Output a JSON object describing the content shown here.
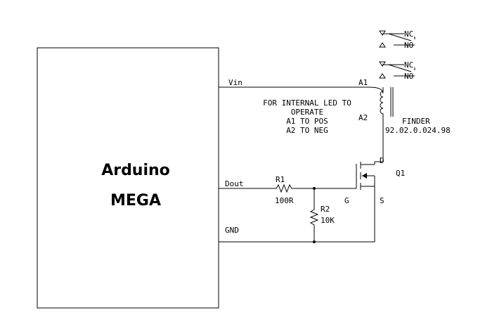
{
  "diagram": {
    "arduino": {
      "line1": "Arduino",
      "line2": "MEGA"
    },
    "pins": {
      "vin": "Vin",
      "dout": "Dout",
      "gnd": "GND"
    },
    "relay": {
      "coil_a1": "A1",
      "coil_a2": "A2",
      "contact_nc": "NC",
      "contact_no": "NO",
      "maker": "FINDER",
      "part": "92.02.0.024.98"
    },
    "note": {
      "line1": "FOR INTERNAL LED TO",
      "line2": "OPERATE",
      "line3": "A1 TO POS",
      "line4": "A2 TO NEG"
    },
    "resistors": {
      "r1_name": "R1",
      "r1_value": "100R",
      "r2_name": "R2",
      "r2_value": "10K"
    },
    "mosfet": {
      "name": "Q1",
      "drain": "D",
      "gate": "G",
      "source": "S"
    },
    "colors": {
      "ink": "#000000",
      "background": "#ffffff"
    }
  }
}
